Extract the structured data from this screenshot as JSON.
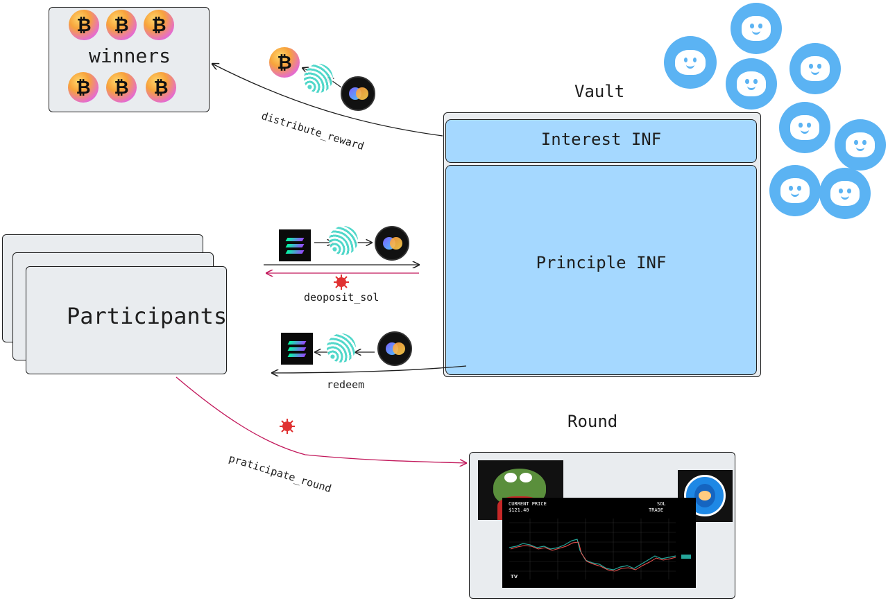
{
  "winners": {
    "label": "winners",
    "coin_symbol": "₿"
  },
  "vault": {
    "title": "Vault",
    "interest_label": "Interest INF",
    "principle_label": "Principle INF"
  },
  "participants": {
    "label": "Participants"
  },
  "round": {
    "title": "Round",
    "chart_header_left_1": "CURRENT PRICE",
    "chart_header_left_2": "$121.40",
    "chart_header_right_1": "SOL",
    "chart_header_right_2": "TRADE",
    "chart_logo": "TV"
  },
  "flows": {
    "distribute_reward": "distribute_reward",
    "deposit_sol": "deoposit_sol",
    "redeem": "redeem",
    "participate_round": "praticipate_round"
  },
  "colors": {
    "vault_fill": "#a5d8ff",
    "box_fill": "#e9ecef",
    "red_accent": "#c2185b",
    "ghost_blue": "#5bb3f3"
  }
}
